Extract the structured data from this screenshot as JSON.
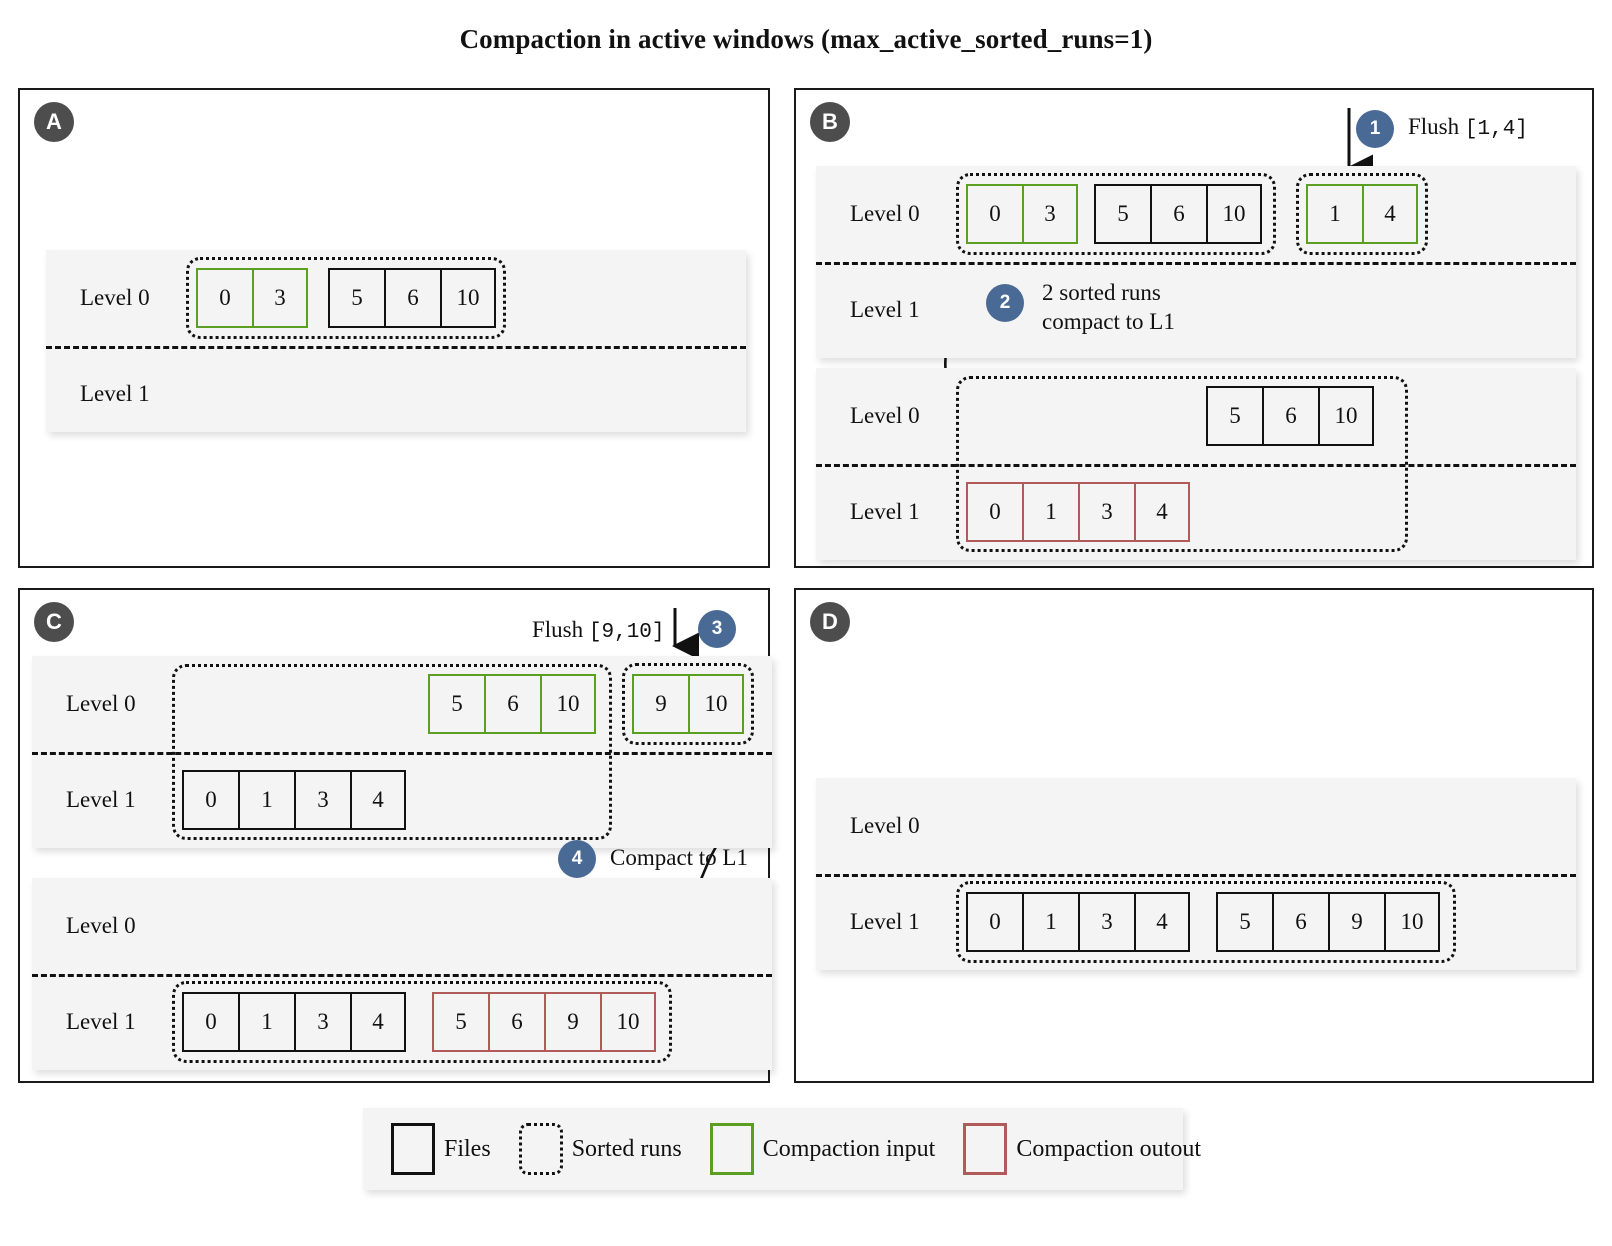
{
  "title": "Compaction in active windows (max_active_sorted_runs=1)",
  "panels": {
    "a": {
      "badge": "A",
      "states": [
        {
          "level0_label": "Level 0",
          "level1_label": "Level 1",
          "level0_runs": [
            {
              "values": [
                "0",
                "3"
              ],
              "style": "green"
            },
            {
              "values": [
                "5",
                "6",
                "10"
              ],
              "style": "black"
            }
          ],
          "level1_runs": []
        }
      ]
    },
    "b": {
      "badge": "B",
      "step1": {
        "num": "1",
        "label": "Flush",
        "range": "[1,4]"
      },
      "step2": {
        "num": "2",
        "line1": "2 sorted runs",
        "line2": "compact to L1"
      },
      "states": [
        {
          "level0_label": "Level 0",
          "level1_label": "Level 1",
          "level0_runs": [
            {
              "values": [
                "0",
                "3"
              ],
              "style": "green"
            },
            {
              "values": [
                "5",
                "6",
                "10"
              ],
              "style": "black"
            },
            {
              "values": [
                "1",
                "4"
              ],
              "style": "green"
            }
          ],
          "level1_runs": []
        },
        {
          "level0_label": "Level 0",
          "level1_label": "Level 1",
          "level0_runs": [
            {
              "values": [
                "5",
                "6",
                "10"
              ],
              "style": "black"
            }
          ],
          "level1_runs": [
            {
              "values": [
                "0",
                "1",
                "3",
                "4"
              ],
              "style": "red"
            }
          ]
        }
      ]
    },
    "c": {
      "badge": "C",
      "step3": {
        "num": "3",
        "label": "Flush",
        "range": "[9,10]"
      },
      "step4": {
        "num": "4",
        "label": "Compact to L1"
      },
      "states": [
        {
          "level0_label": "Level 0",
          "level1_label": "Level 1",
          "level0_runs": [
            {
              "values": [
                "5",
                "6",
                "10"
              ],
              "style": "green"
            },
            {
              "values": [
                "9",
                "10"
              ],
              "style": "green"
            }
          ],
          "level1_runs": [
            {
              "values": [
                "0",
                "1",
                "3",
                "4"
              ],
              "style": "black"
            }
          ]
        },
        {
          "level0_label": "Level 0",
          "level1_label": "Level 1",
          "level0_runs": [],
          "level1_runs": [
            {
              "values": [
                "0",
                "1",
                "3",
                "4"
              ],
              "style": "black"
            },
            {
              "values": [
                "5",
                "6",
                "9",
                "10"
              ],
              "style": "red"
            }
          ]
        }
      ]
    },
    "d": {
      "badge": "D",
      "states": [
        {
          "level0_label": "Level 0",
          "level1_label": "Level 1",
          "level0_runs": [],
          "level1_runs": [
            {
              "values": [
                "0",
                "1",
                "3",
                "4"
              ],
              "style": "black"
            },
            {
              "values": [
                "5",
                "6",
                "9",
                "10"
              ],
              "style": "black"
            }
          ]
        }
      ]
    }
  },
  "legend": {
    "items": [
      {
        "label": "Files",
        "swatch": "files"
      },
      {
        "label": "Sorted runs",
        "swatch": "runs"
      },
      {
        "label": "Compaction input",
        "swatch": "input"
      },
      {
        "label": "Compaction outout",
        "swatch": "output"
      }
    ]
  },
  "colors": {
    "compaction_input": "#5a9e22",
    "compaction_output": "#b05a5a",
    "file_border": "#111111",
    "step_badge": "#4a6a96",
    "panel_badge": "#4d4d4d",
    "card_bg": "#f4f4f4"
  }
}
